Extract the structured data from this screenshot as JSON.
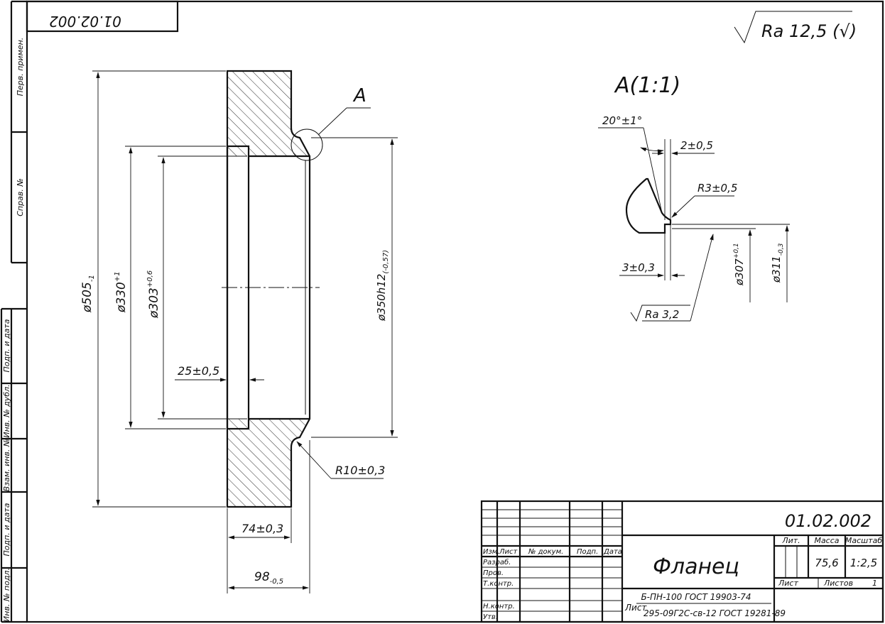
{
  "stamp_top": "01.02.002",
  "roughness_general": "Ra 12,5 (√)",
  "left_strip": [
    "Перв. примен.",
    "Справ. №",
    "Подп. и дата",
    "Инв. № дубл.",
    "Взам. инв. №",
    "Подп. и дата",
    "Инв. № подл."
  ],
  "main_view": {
    "d_505": "ø505",
    "d_505_tol": "-1",
    "d_330": "ø330",
    "d_330_tol": "+1",
    "d_303": "ø303",
    "d_303_tol": "+0,6",
    "d_350": "ø350h12",
    "d_350_tol": "(-0,57)",
    "len_25": "25±0,5",
    "len_74": "74±0,3",
    "len_98": "98",
    "len_98_tol": "-0,5",
    "radius": "R10±0,3",
    "callout": "A"
  },
  "detail_view": {
    "title": "A(1:1)",
    "angle": "20°±1°",
    "w_2": "2±0,5",
    "radius": "R3±0,5",
    "w_3": "3±0,3",
    "d_307": "ø307",
    "d_307_tol": "+0,1",
    "d_311": "ø311",
    "d_311_tol": "-0,3",
    "roughness": "Ra 3,2"
  },
  "title_block": {
    "code": "01.02.002",
    "name": "Фланец",
    "material_line1": "Б-ПН-100 ГОСТ 19903-74",
    "material_prefix": "Лист",
    "material_line2": "295-09Г2С-св-12 ГОСТ 19281-89",
    "col_lit": "Лит.",
    "col_mass": "Масса",
    "col_scale": "Масштаб",
    "mass": "75,6",
    "scale": "1:2,5",
    "sheet": "Лист",
    "sheets": "Листов",
    "sheets_count": "1",
    "head_izm": "Изм.",
    "head_list": "Лист",
    "head_doc": "№ докум.",
    "head_sign": "Подп.",
    "head_date": "Дата",
    "row_razrab": "Разраб.",
    "row_prov": "Пров.",
    "row_tkontr": "Т.контр.",
    "row_nkontr": "Н.контр.",
    "row_utv": "Утв."
  }
}
